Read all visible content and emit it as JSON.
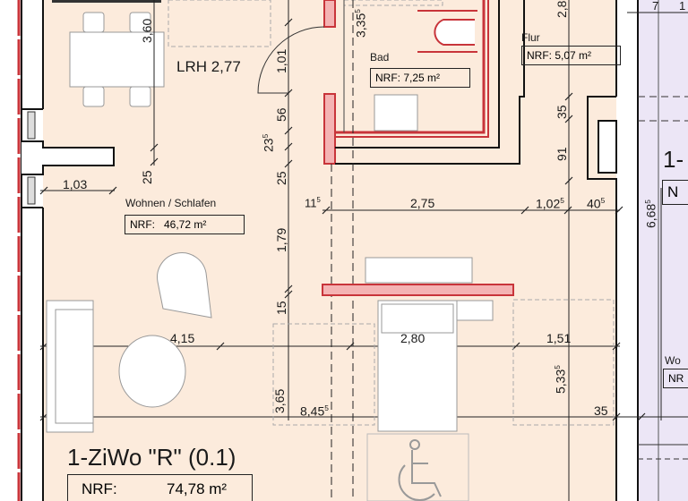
{
  "plan": {
    "unit_title": "1-ZiWo \"R\" (0.1)",
    "unit_nrf_label": "NRF:",
    "unit_nrf_value": "74,78 m²",
    "ceiling_height": "LRH 2,77",
    "rooms": [
      {
        "name": "Wohnen / Schlafen",
        "nrf": "NRF:   46,72 m²"
      },
      {
        "name": "Bad",
        "nrf": "NRF: 7,25 m²"
      },
      {
        "name": "Flur",
        "nrf": "NRF: 5,07 m²"
      }
    ],
    "neighbor": {
      "title": "1-",
      "box": "N",
      "room": "Wo",
      "room_box": "NR"
    },
    "dimensions": {
      "d360": "3,60",
      "d25a": "25",
      "d103": "1,03",
      "d101": "1,01",
      "d56": "56",
      "d235": "23",
      "d235s": "5",
      "d25b": "25",
      "d179": "1,79",
      "d15": "15",
      "d365": "3,65",
      "d3355": "3,35",
      "d3355s": "5",
      "d28": "2,8",
      "d35a": "35",
      "d91": "91",
      "d115": "11",
      "d115s": "5",
      "d275": "2,75",
      "d1025": "1,02",
      "d1025s": "5",
      "d405": "40",
      "d405s": "5",
      "d6685": "6,68",
      "d6685s": "5",
      "d415": "4,15",
      "d280": "2,80",
      "d151": "1,51",
      "d5335": "5,33",
      "d5335s": "5",
      "d8455": "8,45",
      "d8455s": "5",
      "d35b": "35",
      "d7": "7",
      "d1": "1"
    },
    "colors": {
      "floor": "#fcebdc",
      "wall_red": "#c8343a",
      "wall_red_fill": "#f4b3b3",
      "neighbor": "#ece6f6"
    }
  }
}
